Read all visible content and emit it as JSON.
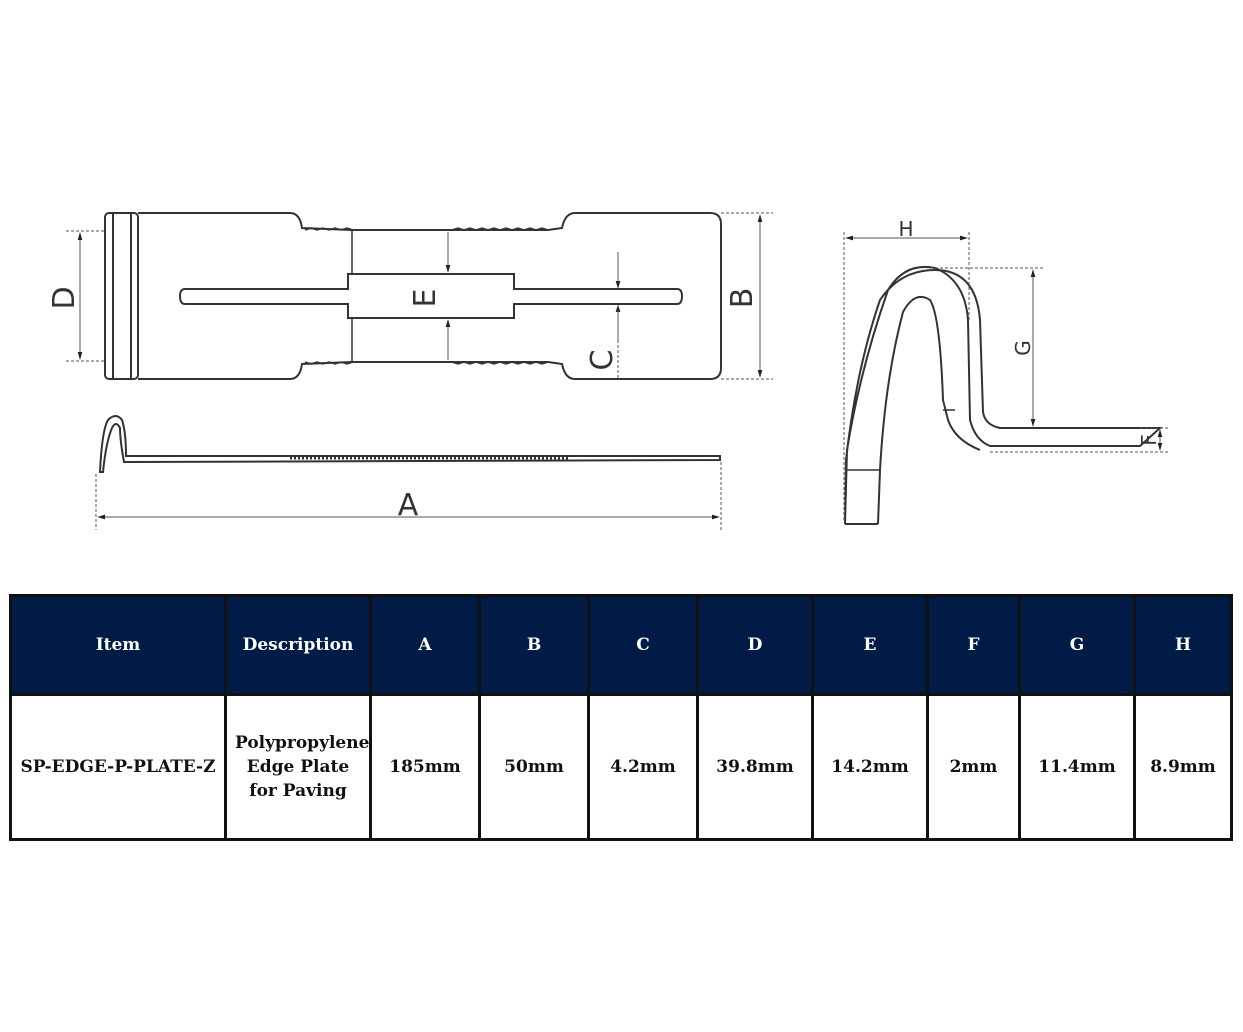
{
  "drawing": {
    "labels": {
      "a": "A",
      "b": "B",
      "c": "C",
      "d": "D",
      "e": "E",
      "f": "F",
      "g": "G",
      "h": "H"
    }
  },
  "table": {
    "headers": [
      "Item",
      "Description",
      "A",
      "B",
      "C",
      "D",
      "E",
      "F",
      "G",
      "H"
    ],
    "row": [
      "SP-EDGE-P-PLATE-Z",
      "Polypropylene Edge Plate for Paving",
      "185mm",
      "50mm",
      "4.2mm",
      "39.8mm",
      "14.2mm",
      "2mm",
      "11.4mm",
      "8.9mm"
    ]
  },
  "colors": {
    "header_bg": "#001c46",
    "header_text": "#ffffff",
    "line": "#333333"
  }
}
